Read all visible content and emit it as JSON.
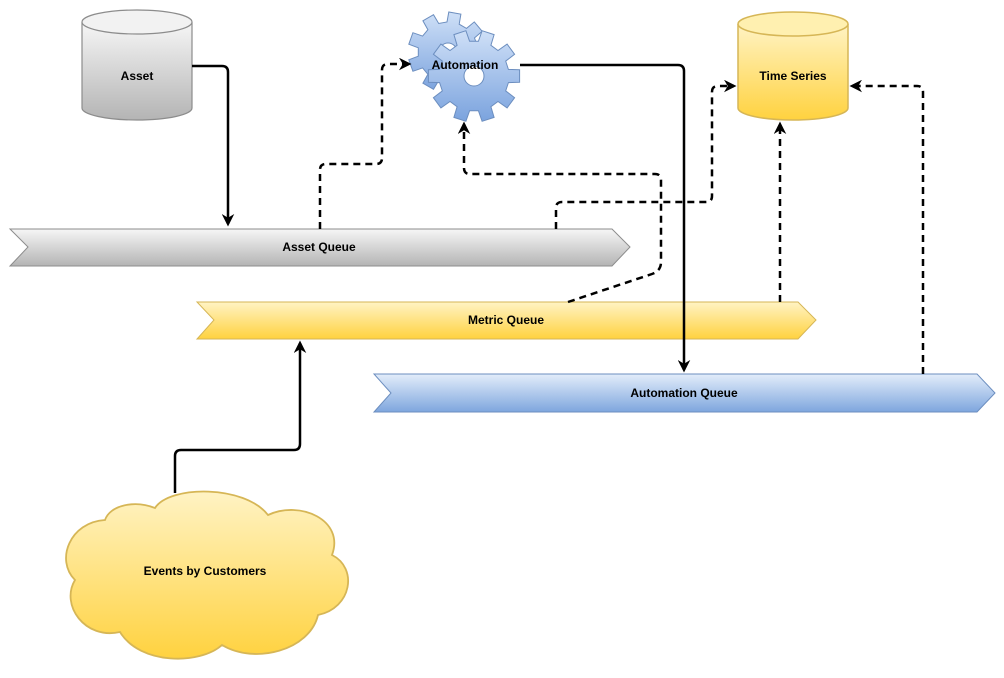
{
  "nodes": {
    "asset": {
      "label": "Asset",
      "shape": "cylinder",
      "color": "#cfcfcf"
    },
    "automation": {
      "label": "Automation",
      "shape": "gear-icon",
      "color": "#9bbce6"
    },
    "time_series": {
      "label": "Time Series",
      "shape": "cylinder",
      "color": "#ffd966"
    },
    "events": {
      "label": "Events by Customers",
      "shape": "cloud",
      "color": "#ffd966"
    }
  },
  "queues": {
    "asset_queue": {
      "label": "Asset Queue",
      "color": "#cccccc"
    },
    "metric_queue": {
      "label": "Metric Queue",
      "color": "#ffe07a"
    },
    "automation_queue": {
      "label": "Automation Queue",
      "color": "#9dbce6"
    }
  },
  "edges": [
    {
      "from": "Asset",
      "to": "Asset Queue",
      "style": "solid"
    },
    {
      "from": "Asset Queue",
      "to": "Automation",
      "style": "dashed"
    },
    {
      "from": "Asset Queue",
      "to": "Time Series",
      "style": "dashed"
    },
    {
      "from": "Metric Queue",
      "to": "Automation",
      "style": "dashed"
    },
    {
      "from": "Metric Queue",
      "to": "Time Series",
      "style": "dashed"
    },
    {
      "from": "Automation",
      "to": "Automation Queue",
      "style": "solid"
    },
    {
      "from": "Automation Queue",
      "to": "Time Series",
      "style": "dashed"
    },
    {
      "from": "Events by Customers",
      "to": "Metric Queue",
      "style": "solid"
    }
  ]
}
